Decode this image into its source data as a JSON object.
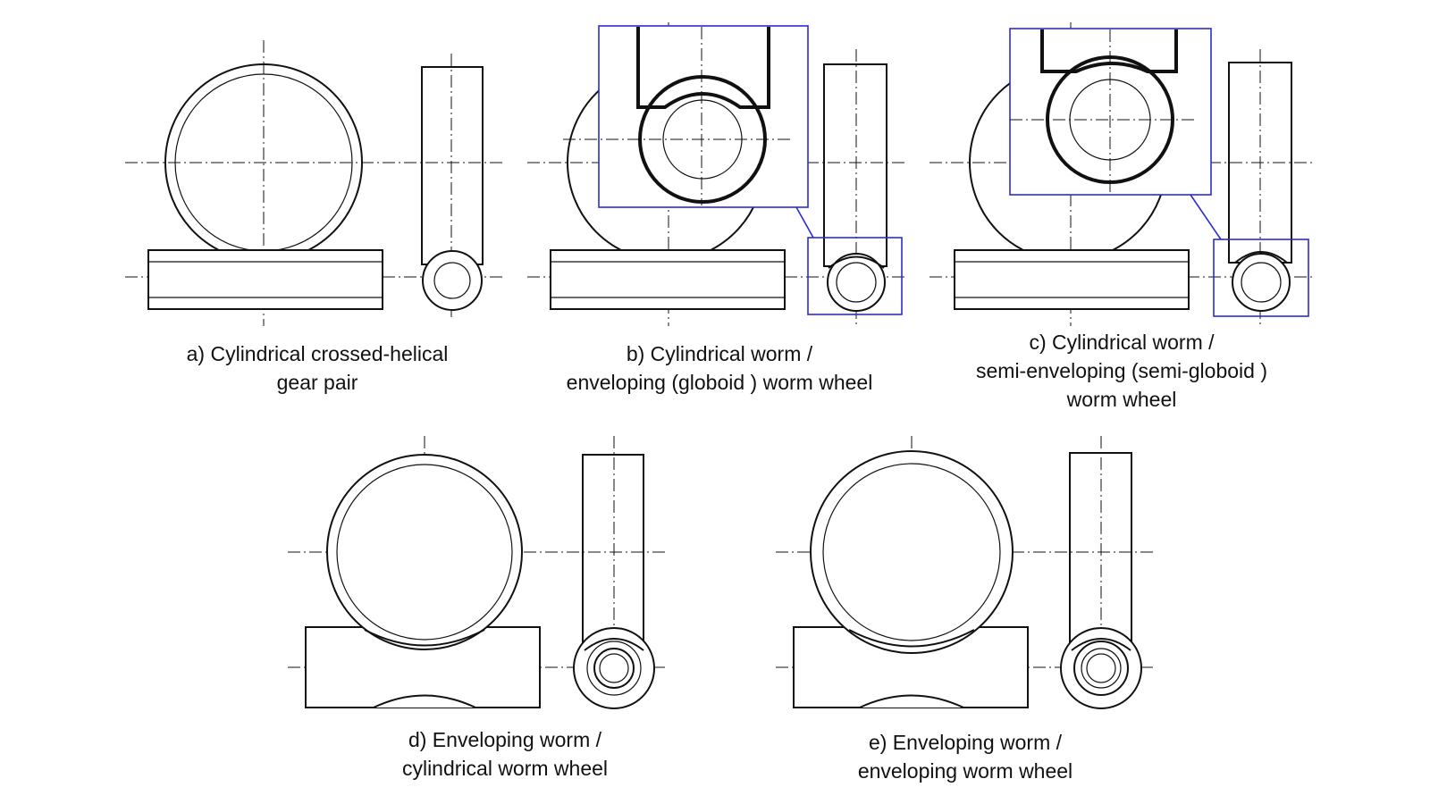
{
  "figure": {
    "panels": [
      {
        "id": "a",
        "lines": [
          "a) Cylindrical crossed-helical",
          "gear pair"
        ]
      },
      {
        "id": "b",
        "lines": [
          "b) Cylindrical worm /",
          "enveloping (globoid ) worm wheel"
        ]
      },
      {
        "id": "c",
        "lines": [
          "c) Cylindrical worm /",
          "semi-enveloping (semi-globoid )",
          "worm wheel"
        ]
      },
      {
        "id": "d",
        "lines": [
          "d) Enveloping worm  /",
          "cylindrical  worm wheel"
        ]
      },
      {
        "id": "e",
        "lines": [
          "e) Enveloping worm  /",
          "enveloping  worm wheel"
        ]
      }
    ]
  },
  "colors": {
    "line": "#111111",
    "detail_frame": "#2b2bd6"
  }
}
